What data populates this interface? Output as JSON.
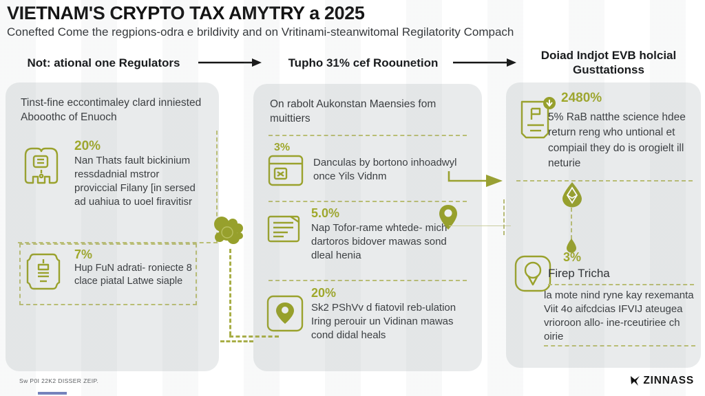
{
  "colors": {
    "accent_olive": "#9fa82b",
    "panel_gray": "#e9ebec",
    "heading_black": "#17191b",
    "body_text": "#3a3d40"
  },
  "header": {
    "title": "VIETNAM'S CRYPTO TAX AMYTRY a 2025",
    "subtitle": "Conefted Come the regpions-odra e brildivity and on Vritinami-steanwitomal Regilatority Compach"
  },
  "steps": [
    {
      "label": "Not: ational one Regulators"
    },
    {
      "label": "Tupho 31% cef Roounetion"
    },
    {
      "label": "Doiad Indjot EVB holcial Gusttationss"
    }
  ],
  "columns": {
    "regulators": {
      "intro": "Tinst-fine eccontimaley clard inniested Abooothc of Enuoch",
      "stats": [
        {
          "value": "20%",
          "icon": "bank-book-icon",
          "text": "Nan Thats fault bickinium ressdadnial mstror proviccial Filany [in sersed ad uahiua to uoel firavitisr"
        },
        {
          "value": "7%",
          "icon": "seal-stamp-icon",
          "text": "Hup FuN adrati- roniecte 8 clace piatal Latwe siaple"
        }
      ]
    },
    "roounetion": {
      "intro": "On rabolt Aukonstan Maensies fom muittiers",
      "stats": [
        {
          "value": "3%",
          "icon": "browser-window-icon",
          "text": "Danculas by bortono inhoadwyl once Yils Vidnm"
        },
        {
          "value": "5.0%",
          "icon": "news-documents-icon",
          "text": "Nap Tofor-rame whtede- mich dartoros bidover mawas sond dleal henia"
        },
        {
          "value": "20%",
          "icon": "map-pin-square-icon",
          "text": "Sk2 PShVv d fiatovil reb-ulation Iring perouir un Vidinan mawas cond didal heals"
        }
      ]
    },
    "obligations": {
      "stats": [
        {
          "value": "2480%",
          "icon": "certificate-badge-icon",
          "text": "5% RaB natthe science hdee return reng who untional et compiail they do is orogielt ill neturie"
        },
        {
          "value": "3%",
          "icon": "location-pin-outline-icon",
          "label": "Firep Tricha",
          "text": "la mote nind ryne kay rexemanta Viit 4o aifcdcias IFVIJ ateugea vrioroon allo- ine-rceutiriee ch oirie"
        }
      ]
    }
  },
  "connector_icons": [
    "coins-cluster-icon",
    "map-pin-icon",
    "crypto-drop-icon",
    "droplet-icon"
  ],
  "footer": {
    "note": "Sw P0I 22K2 DISSER ZEIP.",
    "brand": "ZINNASS",
    "brand_icon": "zinnass-logo-icon"
  }
}
